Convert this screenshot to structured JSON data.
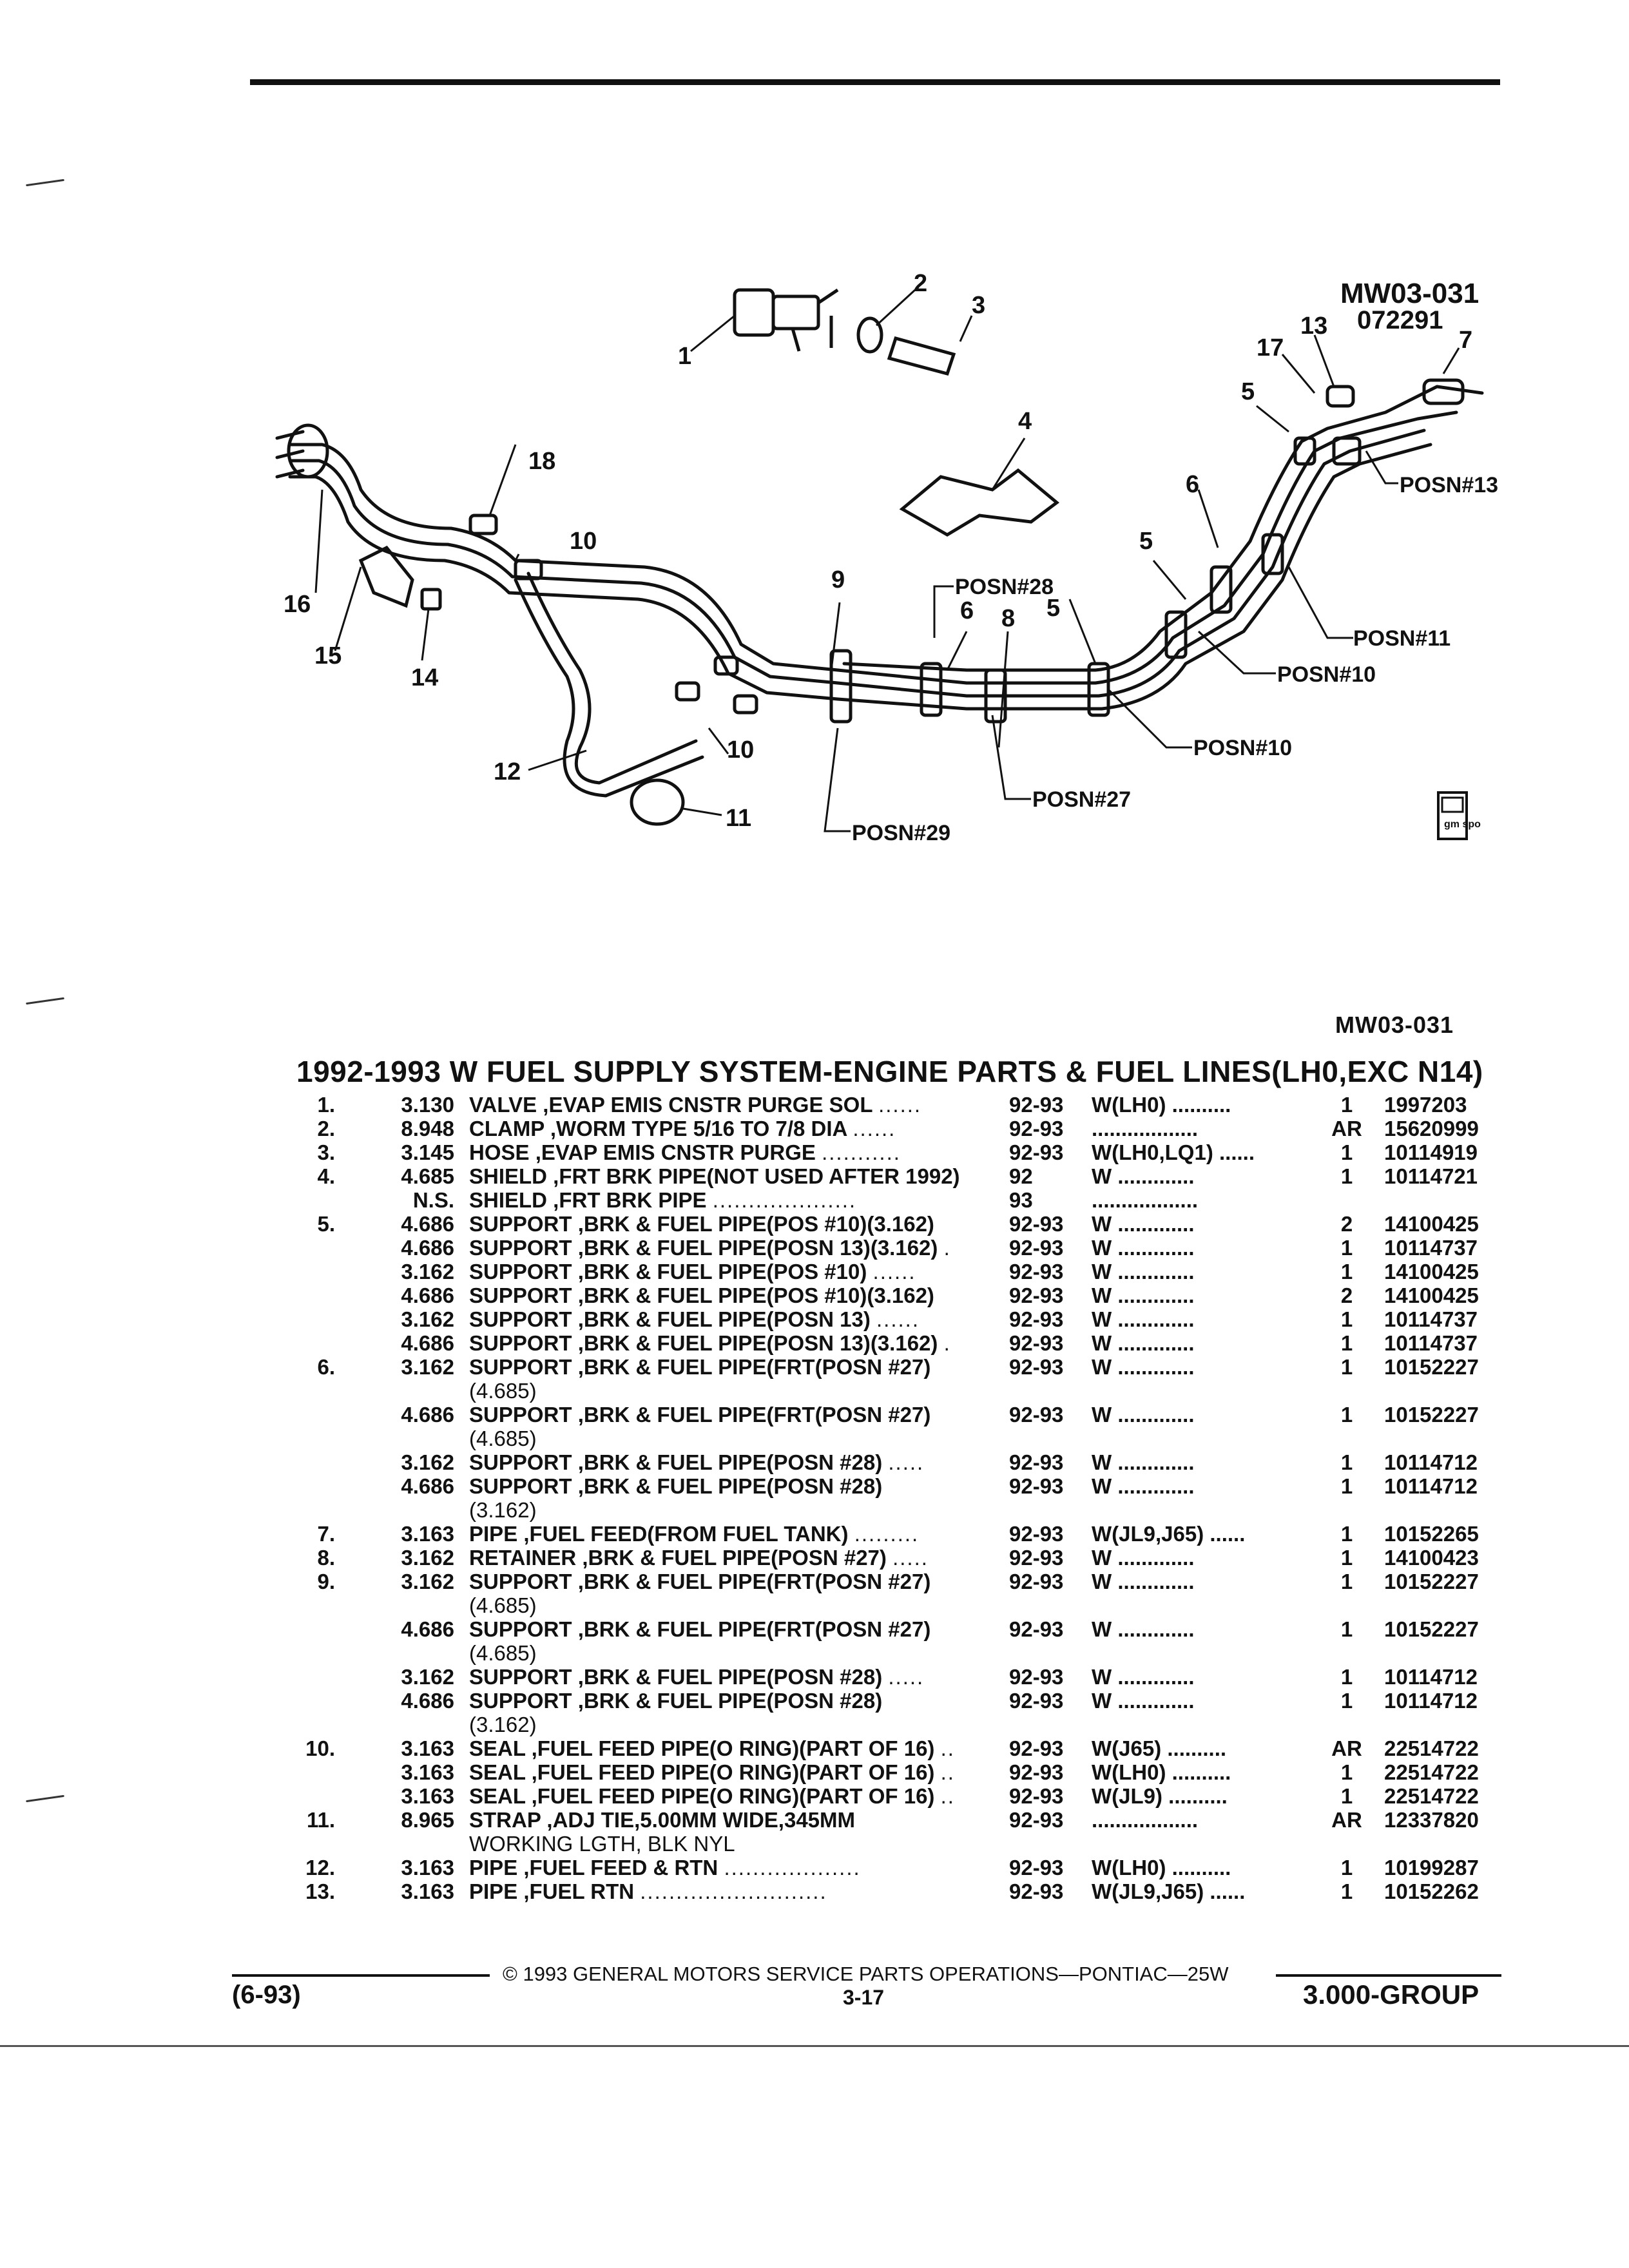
{
  "header": {
    "figure_code": "MW03-031",
    "figure_date": "072291"
  },
  "diagram": {
    "callouts": [
      "1",
      "2",
      "3",
      "4",
      "5",
      "5",
      "5",
      "6",
      "6",
      "7",
      "8",
      "9",
      "10",
      "10",
      "11",
      "12",
      "13",
      "14",
      "15",
      "16",
      "17",
      "18"
    ],
    "posn_labels": [
      "POSN#13",
      "POSN#11",
      "POSN#10",
      "POSN#10",
      "POSN#28",
      "POSN#27",
      "POSN#29"
    ],
    "badge_text": "gm spo"
  },
  "figure_code_bottom": "MW03-031",
  "section_title": "1992-1993 W FUEL SUPPLY SYSTEM-ENGINE PARTS & FUEL LINES(LH0,EXC N14)",
  "parts": [
    {
      "item": "1.",
      "group": "3.130",
      "desc": "VALVE ,EVAP EMIS CNSTR PURGE SOL",
      "dots": "......",
      "years": "92-93",
      "model": "W(LH0) ..........",
      "qty": "1",
      "pn": "1997203"
    },
    {
      "item": "2.",
      "group": "8.948",
      "desc": "CLAMP ,WORM TYPE 5/16 TO 7/8 DIA",
      "dots": "......",
      "years": "92-93",
      "model": "..................",
      "qty": "AR",
      "pn": "15620999"
    },
    {
      "item": "3.",
      "group": "3.145",
      "desc": "HOSE ,EVAP EMIS CNSTR PURGE",
      "dots": "...........",
      "years": "92-93",
      "model": "W(LH0,LQ1) ......",
      "qty": "1",
      "pn": "10114919"
    },
    {
      "item": "4.",
      "group": "4.685",
      "desc": "SHIELD ,FRT BRK PIPE(NOT USED AFTER 1992)",
      "dots": "",
      "years": "92",
      "model": "W .............",
      "qty": "1",
      "pn": "10114721"
    },
    {
      "item": "",
      "group": "N.S.",
      "desc": "SHIELD ,FRT BRK PIPE",
      "dots": "....................",
      "years": "93",
      "model": "..................",
      "qty": "",
      "pn": ""
    },
    {
      "item": "5.",
      "group": "4.686",
      "desc": "SUPPORT ,BRK & FUEL PIPE(POS #10)(3.162)",
      "dots": "",
      "years": "92-93",
      "model": "W .............",
      "qty": "2",
      "pn": "14100425"
    },
    {
      "item": "",
      "group": "4.686",
      "desc": "SUPPORT ,BRK & FUEL PIPE(POSN 13)(3.162)",
      "dots": ".",
      "years": "92-93",
      "model": "W .............",
      "qty": "1",
      "pn": "10114737"
    },
    {
      "item": "",
      "group": "3.162",
      "desc": "SUPPORT ,BRK & FUEL PIPE(POS #10)",
      "dots": "......",
      "years": "92-93",
      "model": "W .............",
      "qty": "1",
      "pn": "14100425"
    },
    {
      "item": "",
      "group": "4.686",
      "desc": "SUPPORT ,BRK & FUEL PIPE(POS #10)(3.162)",
      "dots": "",
      "years": "92-93",
      "model": "W .............",
      "qty": "2",
      "pn": "14100425"
    },
    {
      "item": "",
      "group": "3.162",
      "desc": "SUPPORT ,BRK & FUEL PIPE(POSN 13)",
      "dots": "......",
      "years": "92-93",
      "model": "W .............",
      "qty": "1",
      "pn": "10114737"
    },
    {
      "item": "",
      "group": "4.686",
      "desc": "SUPPORT ,BRK & FUEL PIPE(POSN 13)(3.162)",
      "dots": ".",
      "years": "92-93",
      "model": "W .............",
      "qty": "1",
      "pn": "10114737"
    },
    {
      "item": "6.",
      "group": "3.162",
      "desc": "SUPPORT ,BRK & FUEL PIPE(FRT(POSN #27)",
      "dots": "",
      "years": "92-93",
      "model": "W .............",
      "qty": "1",
      "pn": "10152227",
      "cont": "(4.685)"
    },
    {
      "item": "",
      "group": "4.686",
      "desc": "SUPPORT ,BRK & FUEL PIPE(FRT(POSN #27)",
      "dots": "",
      "years": "92-93",
      "model": "W .............",
      "qty": "1",
      "pn": "10152227",
      "cont": "(4.685)"
    },
    {
      "item": "",
      "group": "3.162",
      "desc": "SUPPORT ,BRK & FUEL PIPE(POSN #28)",
      "dots": ".....",
      "years": "92-93",
      "model": "W .............",
      "qty": "1",
      "pn": "10114712"
    },
    {
      "item": "",
      "group": "4.686",
      "desc": "SUPPORT ,BRK & FUEL PIPE(POSN #28)",
      "dots": "",
      "years": "92-93",
      "model": "W .............",
      "qty": "1",
      "pn": "10114712",
      "cont": "(3.162)"
    },
    {
      "item": "7.",
      "group": "3.163",
      "desc": "PIPE ,FUEL FEED(FROM FUEL TANK)",
      "dots": ".........",
      "years": "92-93",
      "model": "W(JL9,J65) ......",
      "qty": "1",
      "pn": "10152265"
    },
    {
      "item": "8.",
      "group": "3.162",
      "desc": "RETAINER ,BRK & FUEL PIPE(POSN #27)",
      "dots": ".....",
      "years": "92-93",
      "model": "W .............",
      "qty": "1",
      "pn": "14100423"
    },
    {
      "item": "9.",
      "group": "3.162",
      "desc": "SUPPORT ,BRK & FUEL PIPE(FRT(POSN #27)",
      "dots": "",
      "years": "92-93",
      "model": "W .............",
      "qty": "1",
      "pn": "10152227",
      "cont": "(4.685)"
    },
    {
      "item": "",
      "group": "4.686",
      "desc": "SUPPORT ,BRK & FUEL PIPE(FRT(POSN #27)",
      "dots": "",
      "years": "92-93",
      "model": "W .............",
      "qty": "1",
      "pn": "10152227",
      "cont": "(4.685)"
    },
    {
      "item": "",
      "group": "3.162",
      "desc": "SUPPORT ,BRK & FUEL PIPE(POSN #28)",
      "dots": ".....",
      "years": "92-93",
      "model": "W .............",
      "qty": "1",
      "pn": "10114712"
    },
    {
      "item": "",
      "group": "4.686",
      "desc": "SUPPORT ,BRK & FUEL PIPE(POSN #28)",
      "dots": "",
      "years": "92-93",
      "model": "W .............",
      "qty": "1",
      "pn": "10114712",
      "cont": "(3.162)"
    },
    {
      "item": "10.",
      "group": "3.163",
      "desc": "SEAL ,FUEL FEED PIPE(O RING)(PART OF 16)",
      "dots": "..",
      "years": "92-93",
      "model": "W(J65) ..........",
      "qty": "AR",
      "pn": "22514722"
    },
    {
      "item": "",
      "group": "3.163",
      "desc": "SEAL ,FUEL FEED PIPE(O RING)(PART OF 16)",
      "dots": "..",
      "years": "92-93",
      "model": "W(LH0) ..........",
      "qty": "1",
      "pn": "22514722"
    },
    {
      "item": "",
      "group": "3.163",
      "desc": "SEAL ,FUEL FEED PIPE(O RING)(PART OF 16)",
      "dots": "..",
      "years": "92-93",
      "model": "W(JL9) ..........",
      "qty": "1",
      "pn": "22514722"
    },
    {
      "item": "11.",
      "group": "8.965",
      "desc": "STRAP ,ADJ TIE,5.00MM WIDE,345MM",
      "dots": "",
      "years": "92-93",
      "model": "..................",
      "qty": "AR",
      "pn": "12337820",
      "cont": "WORKING LGTH, BLK NYL"
    },
    {
      "item": "12.",
      "group": "3.163",
      "desc": "PIPE ,FUEL FEED & RTN",
      "dots": "...................",
      "years": "92-93",
      "model": "W(LH0) ..........",
      "qty": "1",
      "pn": "10199287"
    },
    {
      "item": "13.",
      "group": "3.163",
      "desc": "PIPE ,FUEL RTN",
      "dots": "..........................",
      "years": "92-93",
      "model": "W(JL9,J65) ......",
      "qty": "1",
      "pn": "10152262"
    }
  ],
  "footer": {
    "copyright": "© 1993 GENERAL MOTORS SERVICE PARTS OPERATIONS—PONTIAC—25W",
    "date": "(6-93)",
    "page": "3-17",
    "group": "3.000-GROUP"
  }
}
